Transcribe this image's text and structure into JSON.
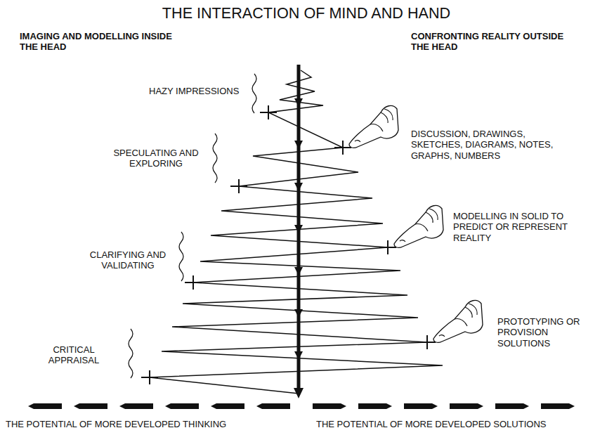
{
  "diagram": {
    "title": "THE INTERACTION OF MIND AND HAND",
    "labels": [
      "IMAGING AND MODELLING INSIDE THE HEAD",
      "CONFRONTING REALITY OUTSIDE THE HEAD",
      "HAZY IMPRESSIONS",
      "SPECULATING AND EXPLORING",
      "CLARIFYING AND VALIDATING",
      "CRITICAL APPRAISAL",
      "DISCUSSION, DRAWINGS, SKETCHES, DIAGRAMS, NOTES, GRAPHS, NUMBERS",
      "MODELLING IN SOLID TO PREDICT OR REPRESENT REALITY",
      "PROTOTYPING OR PROVISION SOLUTIONS",
      "THE POTENTIAL OF MORE DEVELOPED THINKING",
      "THE POTENTIAL OF MORE DEVELOPED SOLUTIONS"
    ]
  }
}
